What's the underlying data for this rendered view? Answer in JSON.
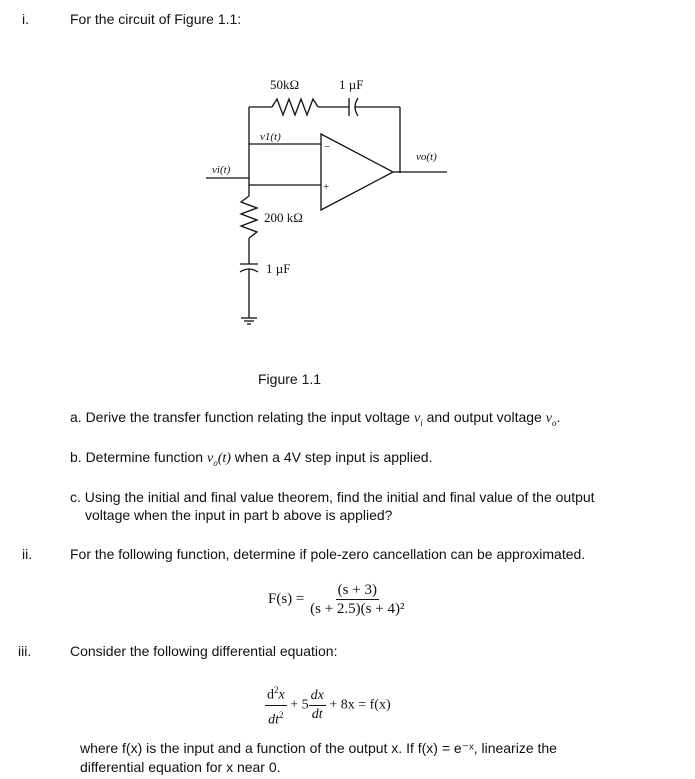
{
  "problem1": {
    "marker": "i.",
    "intro": "For the circuit of Figure 1.1:",
    "circuit": {
      "r1_label": "50kΩ",
      "c1_label": "1 µF",
      "v1_label": "v1(t)",
      "vi_label": "vi(t)",
      "vo_label": "vo(t)",
      "r2_label": "200 kΩ",
      "c2_label": "1 µF",
      "minus": "−",
      "plus": "+"
    },
    "caption": "Figure 1.1",
    "part_a": "a. Derive the transfer function relating the input voltage",
    "part_a_mid": "and output voltage",
    "part_b_pre": "b. Determine function",
    "part_b_post": "when a 4V step input is applied.",
    "part_c_line1": "c. Using the initial and final value theorem, find the initial and final value of the output",
    "part_c_line2": "voltage when the input in part b above is applied?"
  },
  "problem2": {
    "marker": "ii.",
    "text": "For the following function, determine if pole-zero cancellation can be approximated.",
    "lhs": "F(s) =",
    "numerator": "(s + 3)",
    "denominator": "(s + 2.5)(s + 4)²"
  },
  "problem3": {
    "marker": "iii.",
    "text": "Consider the following differential equation:",
    "equation_rest": "+ 8x = f(x)",
    "where_line1": "where f(x) is the input and a function of the output x. If f(x) = e⁻ˣ, linearize the",
    "where_line2": "differential equation for x near 0."
  }
}
